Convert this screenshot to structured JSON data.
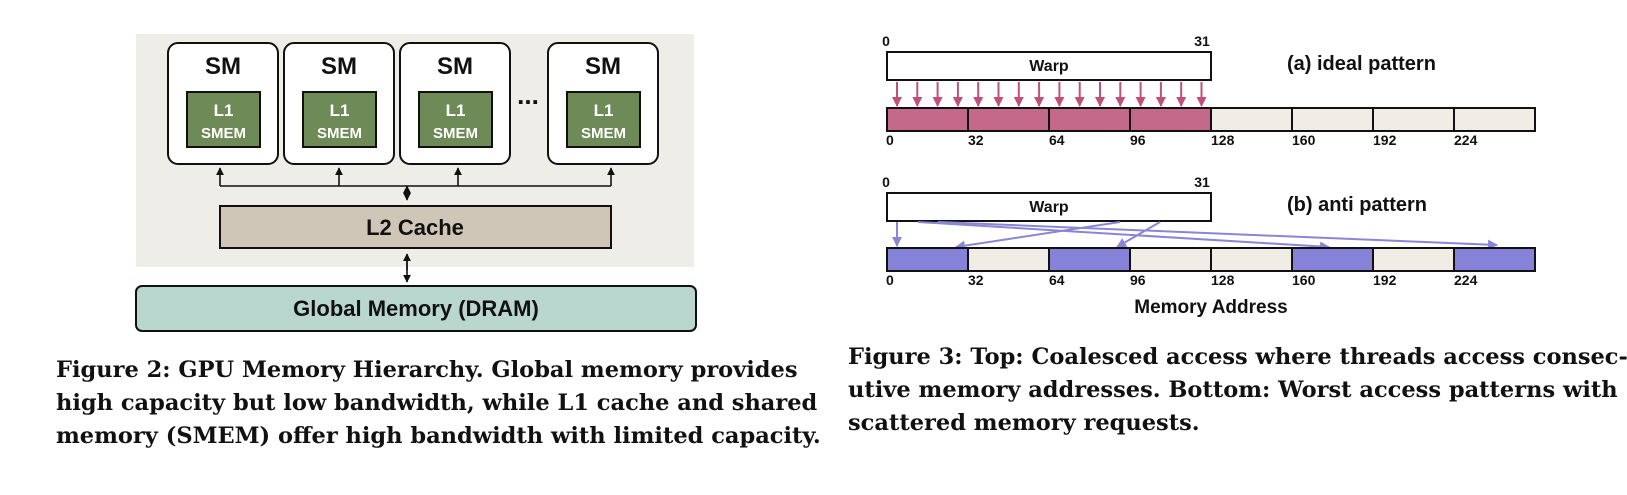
{
  "figure2": {
    "sm_label": "SM",
    "l1_label": "L1",
    "smem_label": "SMEM",
    "ellipsis": "...",
    "l2_label": "L2 Cache",
    "global_label": "Global Memory (DRAM)",
    "colors": {
      "chip_background": "#efede7",
      "l1_box": "#6e8a56",
      "l2_box": "#cfc6b7",
      "global_box": "#b9d6cf"
    },
    "caption_lines": [
      "Figure 2: GPU Memory Hierarchy. Global memory provides",
      "high capacity but low bandwidth, while L1 cache and shared",
      "memory (SMEM) offer high bandwidth with limited capacity."
    ]
  },
  "figure3": {
    "warp_label": "Warp",
    "warp_start": "0",
    "warp_end": "31",
    "ideal_label": "(a) ideal pattern",
    "anti_label": "(b) anti pattern",
    "address_ticks": [
      "0",
      "32",
      "64",
      "96",
      "128",
      "160",
      "192",
      "224"
    ],
    "axis_label": "Memory Address",
    "ideal_accessed_blocks": [
      0,
      1,
      2,
      3
    ],
    "anti_accessed_blocks": [
      0,
      2,
      5,
      7
    ],
    "colors": {
      "ideal_fill": "#c5698a",
      "anti_fill": "#8682d8",
      "empty_fill": "#efede6"
    },
    "caption_lines": [
      "Figure 3:  Top: Coalesced access where threads access consec-",
      "utive memory addresses. Bottom: Worst access patterns with",
      "scattered memory requests."
    ]
  }
}
